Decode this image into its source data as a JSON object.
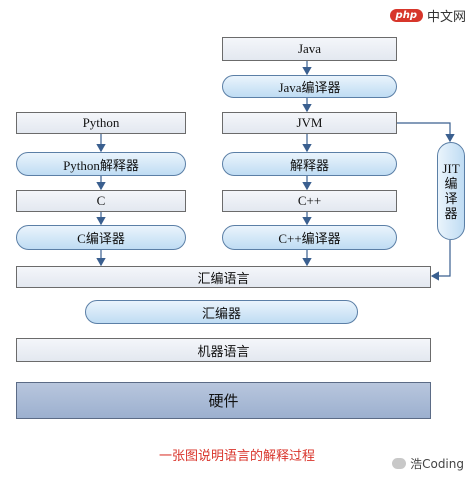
{
  "watermark_top": {
    "logo": "php",
    "text": "中文网"
  },
  "watermark_bottom": {
    "text": "浩Coding"
  },
  "caption": "一张图说明语言的解释过程",
  "nodes": {
    "java": "Java",
    "java_compiler": "Java编译器",
    "jvm": "JVM",
    "jit": [
      "JIT",
      "编",
      "译",
      "器"
    ],
    "interpreter": "解释器",
    "cpp": "C++",
    "cpp_compiler": "C++编译器",
    "python": "Python",
    "python_interpreter": "Python解释器",
    "c": "C",
    "c_compiler": "C编译器",
    "assembly": "汇编语言",
    "assembler": "汇编器",
    "machine_code": "机器语言",
    "hardware": "硬件"
  }
}
